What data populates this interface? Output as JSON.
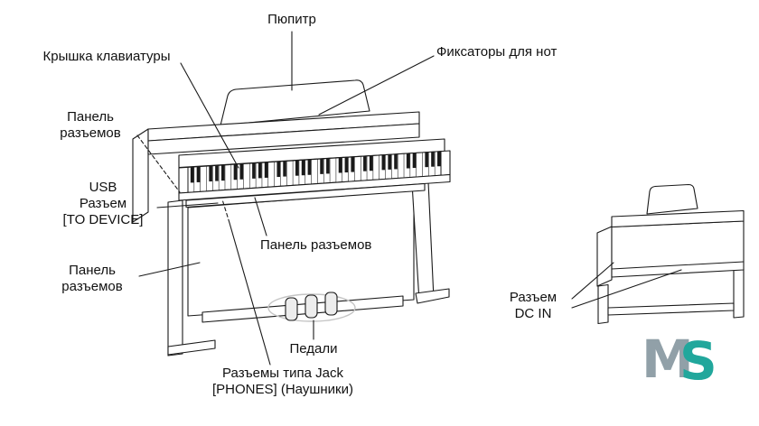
{
  "diagram": {
    "title": "Piano parts diagram",
    "labels": {
      "music_rest": "Пюпитр",
      "key_cover": "Крышка клавиатуры",
      "music_clips": "Фиксаторы для нот",
      "panel_top_left": "Панель\nразъемов",
      "usb": "USB\nРазъем\n[TO DEVICE]",
      "panel_bottom_left": "Панель\nразъемов",
      "panel_center": "Панель разъемов",
      "pedals": "Педали",
      "phones": "Разъемы типа Jack\n[PHONES] (Наушники)",
      "dc_in": "Разъем\nDC IN"
    },
    "logo": {
      "m": "M",
      "s": "S",
      "m_color": "#91A0A8",
      "s_color": "#21A79C"
    },
    "line_color": "#1a1a1a"
  }
}
